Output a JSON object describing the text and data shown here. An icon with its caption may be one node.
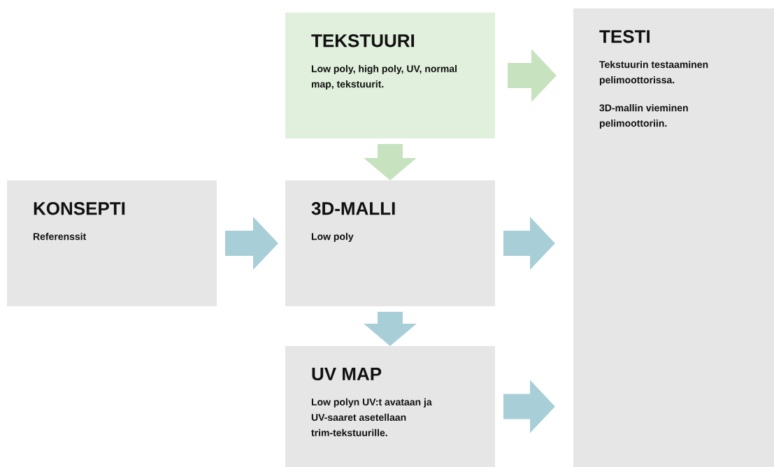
{
  "diagram": {
    "nodes": [
      {
        "text": [
          "TEKSTUURI",
          "Low poly, high poly, UV, normal map, tekstuurit."
        ]
      },
      {
        "text": [
          "TESTI",
          "Tekstuurin testaaminen pelimoottorissa.",
          "3D-mallin vieminen pelimoottoriin."
        ]
      },
      {
        "text": [
          "KONSEPTI",
          "Referenssit"
        ]
      },
      {
        "text": [
          "3D-MALLI",
          "Low poly"
        ]
      },
      {
        "text": [
          "UV MAP",
          "Low polyn UV:t avataan ja UV-saaret asetellaan trim-tekstuurille."
        ]
      }
    ],
    "edges": [
      {
        "from": 0,
        "to": 1,
        "arrow": "to",
        "color": "#c6e2bf"
      },
      {
        "from": 0,
        "to": 3,
        "arrow": "to",
        "color": "#c6e2bf"
      },
      {
        "from": 2,
        "to": 3,
        "arrow": "to"
      },
      {
        "from": 3,
        "to": 1,
        "arrow": "to"
      },
      {
        "from": 3,
        "to": 4,
        "arrow": "to"
      },
      {
        "from": 4,
        "to": 1,
        "arrow": "to"
      }
    ]
  }
}
